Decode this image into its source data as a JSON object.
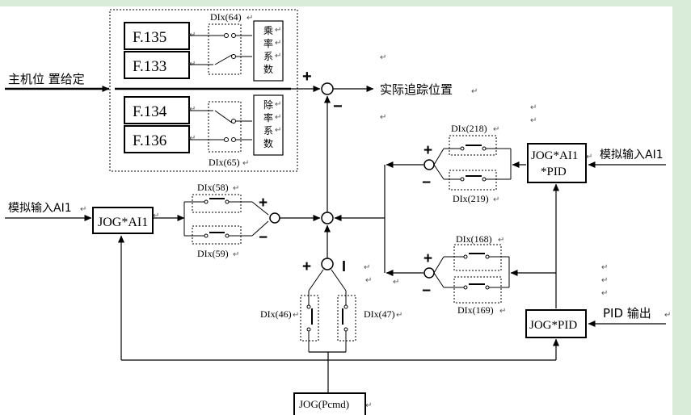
{
  "labels": {
    "master_setting": "主机位  置给定",
    "actual_position": "实际追踪位置",
    "analog_ai1_left": "模拟输入AI1",
    "analog_ai1_right": "模拟输入AI1",
    "pid_output": "PID  输出",
    "jog_ai1": "JOG*AI1",
    "jog_ai1_pid_line1": "JOG*AI1",
    "jog_ai1_pid_line2": "*PID",
    "jog_pid": "JOG*PID",
    "jog_pcmd": "JOG(Pcmd)",
    "f135": "F.135",
    "f133": "F.133",
    "f134": "F.134",
    "f136": "F.136",
    "mult_coef": [
      "乘",
      "率",
      "系",
      "数"
    ],
    "div_coef": [
      "除",
      "率",
      "系",
      "数"
    ],
    "dix64": "DIx(64)",
    "dix65": "DIx(65)",
    "dix58": "DIx(58)",
    "dix59": "DIx(59)",
    "dix218": "DIx(218)",
    "dix219": "DIx(219)",
    "dix168": "DIx(168)",
    "dix169": "DIx(169)",
    "dix46": "DIx(46)",
    "dix47": "DIx(47)"
  },
  "signs": {
    "plus": "+",
    "minus": "−",
    "bar": "I"
  },
  "para_mark": "↵"
}
